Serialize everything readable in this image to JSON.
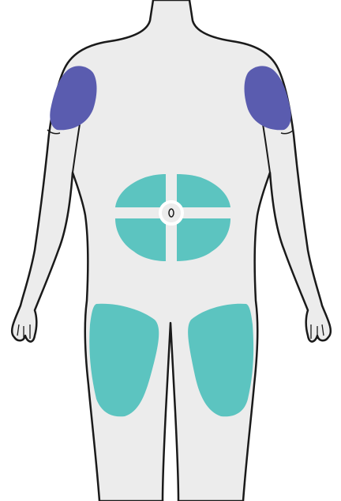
{
  "diagram": {
    "subject": "body-outline-front",
    "colors": {
      "background": "#ffffff",
      "body_fill": "#ececec",
      "outline": "#1a1a1a",
      "arm_zone": "#5a5caf",
      "abdomen_zone": "#5cc4c0",
      "thigh_zone": "#5cc4c0",
      "separator": "#ffffff"
    },
    "zones": [
      {
        "id": "left-upper-arm",
        "color_key": "arm_zone"
      },
      {
        "id": "right-upper-arm",
        "color_key": "arm_zone"
      },
      {
        "id": "abdomen-upper-left",
        "color_key": "abdomen_zone"
      },
      {
        "id": "abdomen-upper-right",
        "color_key": "abdomen_zone"
      },
      {
        "id": "abdomen-lower-left",
        "color_key": "abdomen_zone"
      },
      {
        "id": "abdomen-lower-right",
        "color_key": "abdomen_zone"
      },
      {
        "id": "left-thigh",
        "color_key": "thigh_zone"
      },
      {
        "id": "right-thigh",
        "color_key": "thigh_zone"
      }
    ]
  }
}
